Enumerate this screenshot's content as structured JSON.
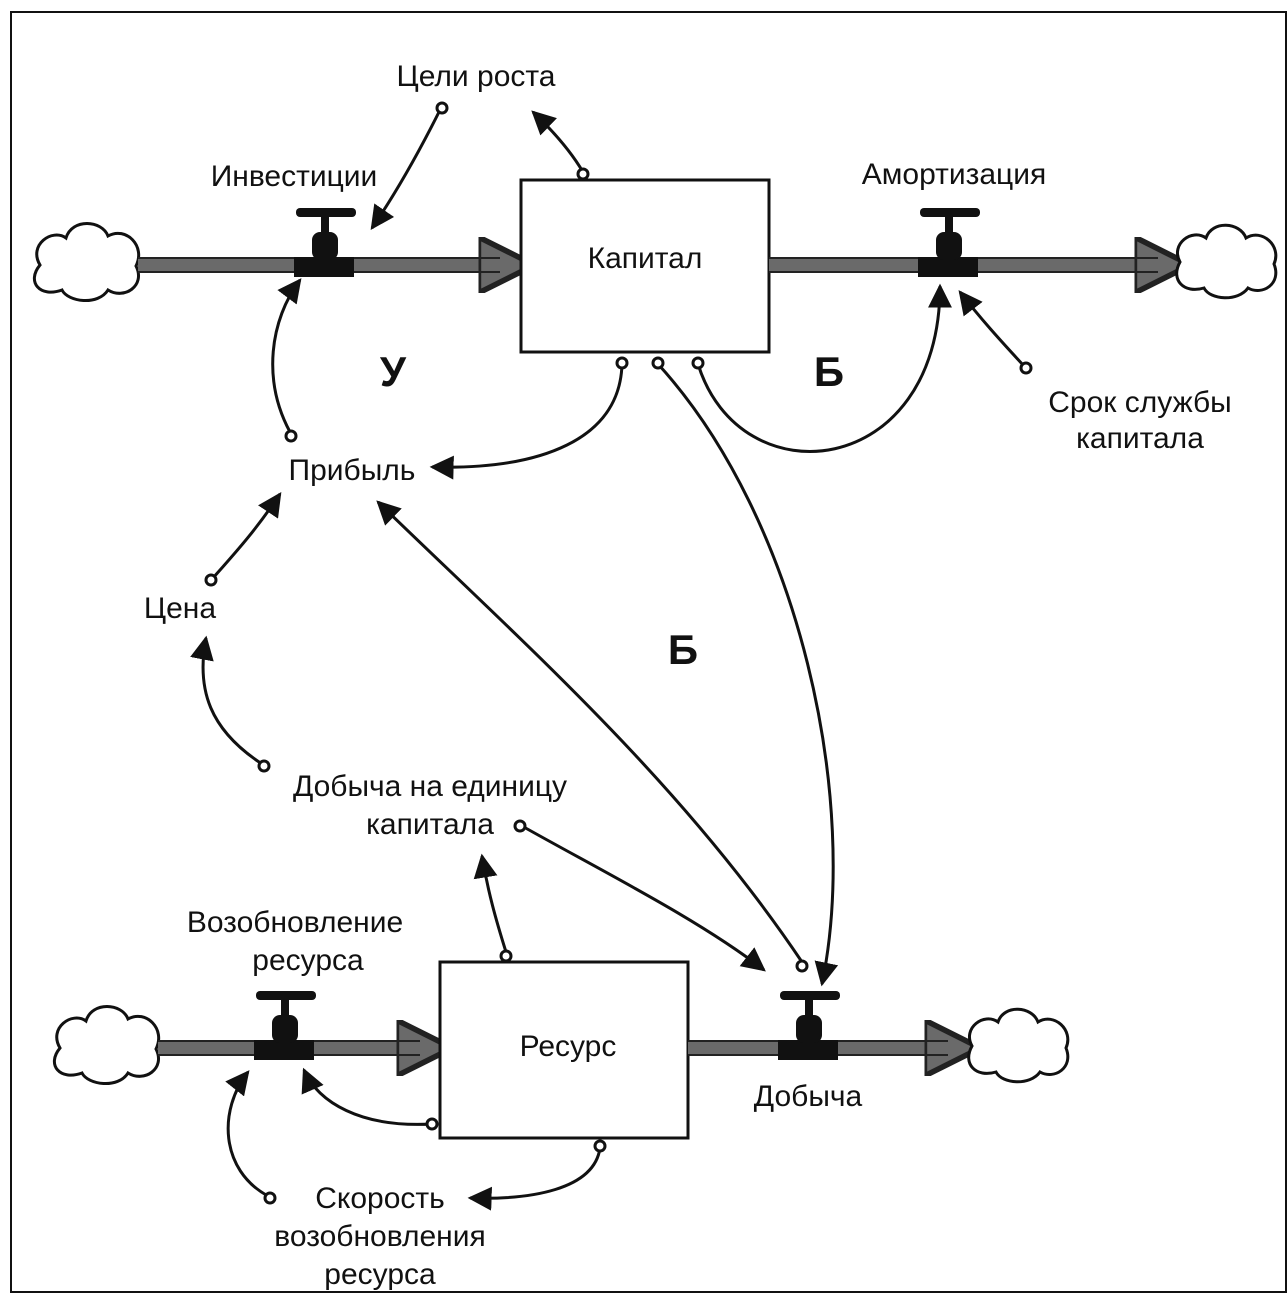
{
  "stocks": {
    "capital": "Капитал",
    "resource": "Ресурс"
  },
  "flows": {
    "investment": "Инвестиции",
    "depreciation": "Амортизация",
    "regeneration_line1": "Возобновление",
    "regeneration_line2": "ресурса",
    "extraction": "Добыча"
  },
  "variables": {
    "growth_goals": "Цели роста",
    "profit": "Прибыль",
    "price": "Цена",
    "yield_line1": "Добыча на единицу",
    "yield_line2": "капитала",
    "lifetime_line1": "Срок службы",
    "lifetime_line2": "капитала",
    "regen_rate_line1": "Скорость",
    "regen_rate_line2": "возобновления",
    "regen_rate_line3": "ресурса"
  },
  "loops": {
    "reinforcing": "У",
    "balancing_capital": "Б",
    "balancing_center": "Б"
  }
}
